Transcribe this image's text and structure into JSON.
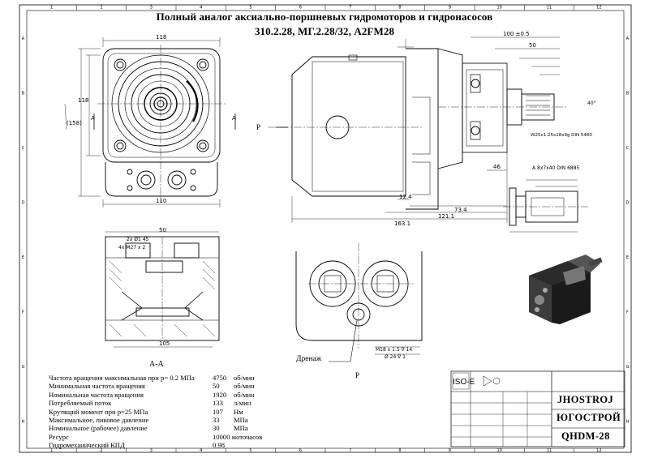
{
  "title": {
    "line1": "Полный аналог аксиально-поршневых гидромоторов и гидронасосов",
    "line2": "310.2.28, МГ.2.28/32, A2FM28"
  },
  "labels": {
    "section": "А-А",
    "drain": "Дренаж",
    "port_p_side": "P",
    "port_p_bottom": "P"
  },
  "specs": [
    {
      "name": "Частота вращения максимальная при р= 0.2 МПа",
      "value": "4750",
      "unit": "об/мин"
    },
    {
      "name": "Минимальная частота вращения",
      "value": "50",
      "unit": "об/мин"
    },
    {
      "name": "Номинальная частота вращения",
      "value": "1920",
      "unit": "об/мин"
    },
    {
      "name": "Потребляемый поток",
      "value": "133",
      "unit": "л/мин"
    },
    {
      "name": "Крутящий момент при р=25 МПа",
      "value": "107",
      "unit": "Нм"
    },
    {
      "name": "Максимальное, пиковое давление",
      "value": "33",
      "unit": "МПа"
    },
    {
      "name": "Номинальное (рабочее) давление",
      "value": "30",
      "unit": "МПа"
    },
    {
      "name": "Ресурс",
      "value": "10000 моточасов",
      "unit": ""
    },
    {
      "name": "Гидромеханический КПД",
      "value": "0.98",
      "unit": ""
    }
  ],
  "title_block": {
    "company_en": "JHOSTROJ",
    "company_ru": "ЮГОСТРОЙ",
    "model": "QHDM-28",
    "iso": "ISO-E"
  },
  "grid": {
    "columns": [
      "1",
      "2",
      "3",
      "4",
      "5",
      "6",
      "7",
      "8",
      "9",
      "10",
      "11",
      "12"
    ],
    "rows": [
      "A",
      "B",
      "C",
      "D",
      "E",
      "F",
      "G",
      "H"
    ]
  },
  "dimensions": {
    "top_width": "118",
    "bottom_width": "110",
    "height": "118",
    "left_height": "(158)",
    "section_a": "A",
    "total_len": "163.1",
    "d121": "121.1",
    "d734": "73.4",
    "d124": "12.4",
    "d46": "46",
    "d100": "100 ±0.5",
    "d50": "50",
    "d105": "105",
    "d50b": "50",
    "spline": "W25x1.25x18x9g DIN 5480",
    "key": "A 8x7x40 DIN 6885",
    "thread": "M18 x 1.5 ∇ 14",
    "drain_d": "Ø 24 ∇ 1",
    "angle": "40°",
    "d2x": "2x Ø1 45",
    "d4x": "4x M27 x 2"
  }
}
